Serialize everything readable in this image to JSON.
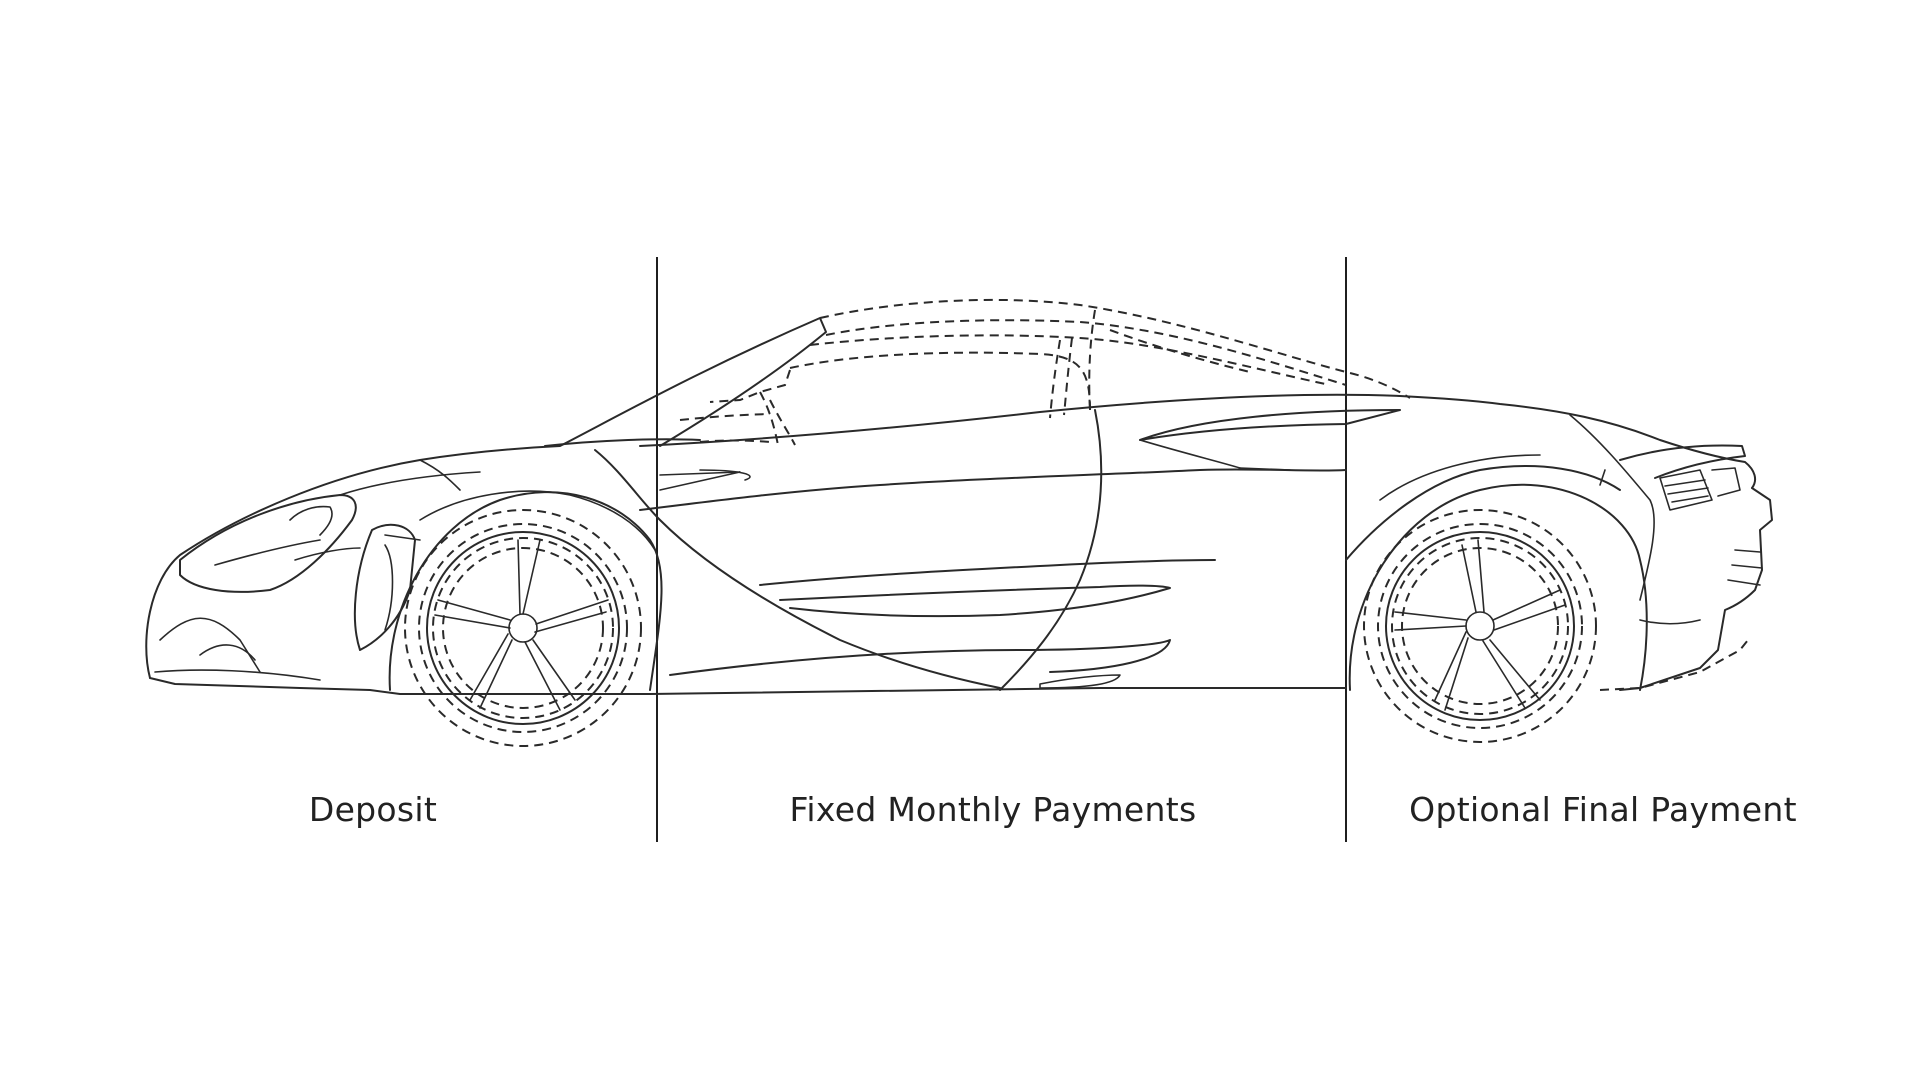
{
  "phases": {
    "deposit": "Deposit",
    "monthly": "Fixed Monthly Payments",
    "final": "Optional Final Payment"
  },
  "colors": {
    "line": "#2a2a2a",
    "background": "#ffffff"
  },
  "illustration": "car-line-drawing-icon"
}
